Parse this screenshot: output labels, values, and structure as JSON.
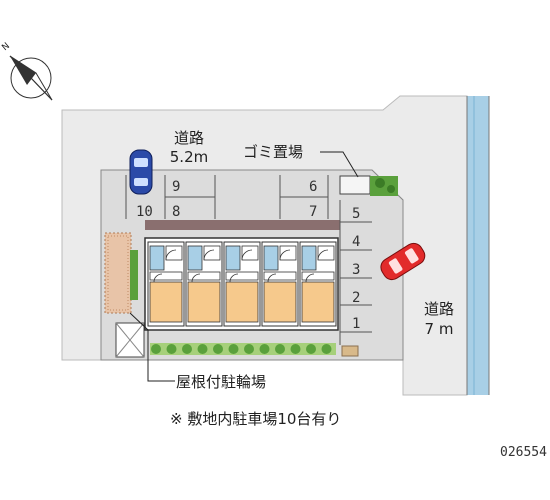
{
  "labels": {
    "road_top_name": "道路",
    "road_top_width": "5.2m",
    "road_right_name": "道路",
    "road_right_width": "7 m",
    "garbage": "ゴミ置場",
    "bicycle": "屋根付駐輪場",
    "note": "※ 敷地内駐車場10台有り",
    "code": "026554"
  },
  "parking_numbers": {
    "left_top": [
      "9",
      "6"
    ],
    "left_bottom": [
      "10",
      "8",
      "7"
    ],
    "right_column": [
      "5",
      "4",
      "3",
      "2",
      "1"
    ]
  },
  "icons": [
    "compass-icon",
    "blue-car-icon",
    "red-car-icon"
  ],
  "colors": {
    "road": "#ebebeb",
    "site": "#d9d9d9",
    "unit_floor": "#f6c98c",
    "unit_blue": "#a8cfe6",
    "roof": "#8a6f6f",
    "greenery": "#5aa03c",
    "river": "#a8cfe6"
  }
}
